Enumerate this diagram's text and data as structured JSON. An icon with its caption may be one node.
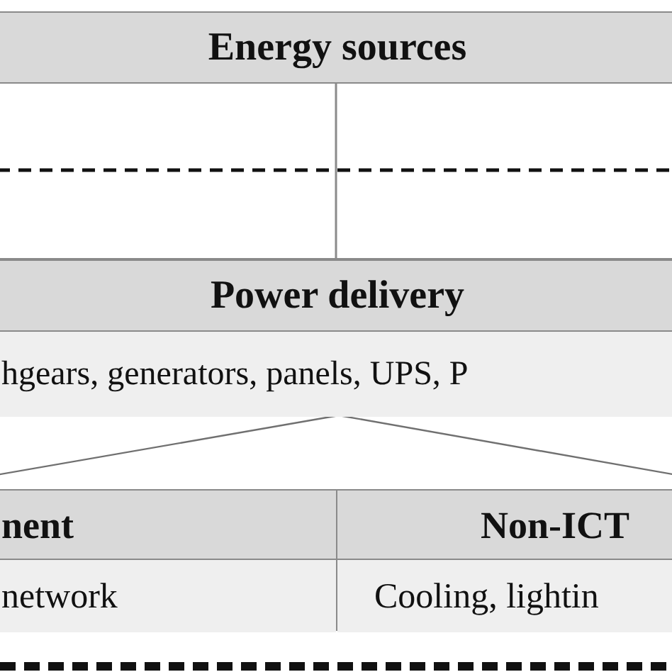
{
  "diagram": {
    "nodes": [
      {
        "text": [
          "Energy sources"
        ]
      },
      {
        "text": [
          "Power delivery",
          "hgears, generators, panels, UPS, P"
        ]
      },
      {
        "text": [
          "nent",
          "network"
        ]
      },
      {
        "text": [
          "Non-ICT",
          "Cooling, lightin"
        ]
      }
    ],
    "edges": [
      {
        "from": 1,
        "to": 2,
        "arrow": "none"
      },
      {
        "from": 1,
        "to": 3,
        "arrow": "none"
      }
    ]
  }
}
